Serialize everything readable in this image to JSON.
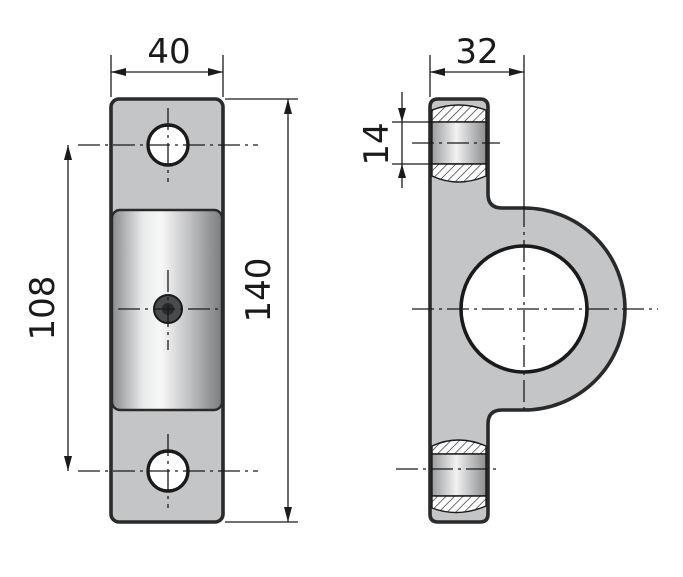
{
  "drawing": {
    "dimensions": {
      "width": "40",
      "hole_spacing": "108",
      "length": "140",
      "thickness": "32",
      "hole_diameter": "14"
    },
    "colors": {
      "body": "#c4c5c6",
      "outline": "#2a2a2a",
      "line": "#1a1a1a"
    }
  }
}
